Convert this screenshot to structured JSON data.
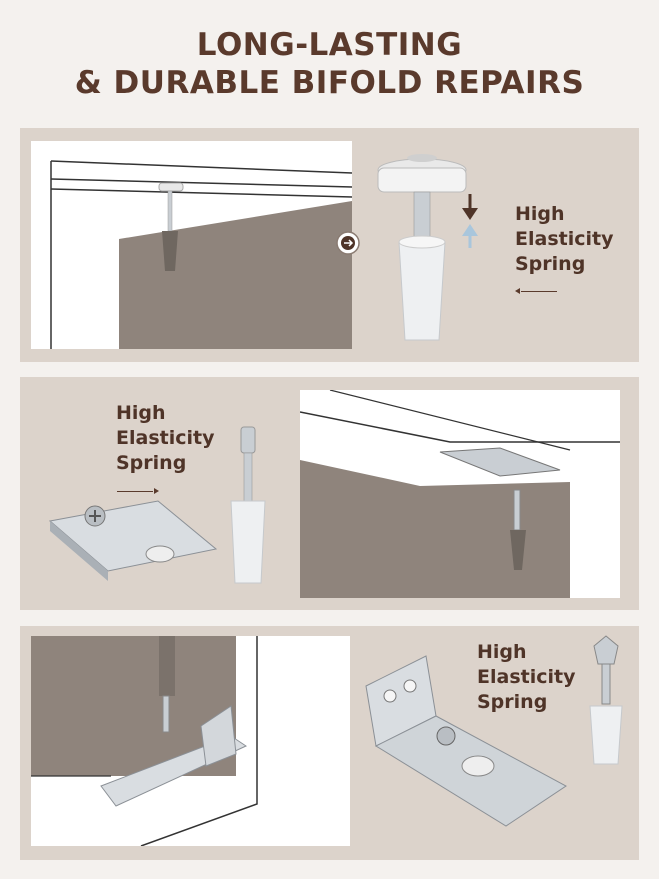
{
  "headline": {
    "line1": "LONG-LASTING",
    "line2": "& DURABLE BIFOLD REPAIRS"
  },
  "panels": [
    {
      "label_line1": "High",
      "label_line2": "Elasticity",
      "label_line3": "Spring"
    },
    {
      "label_line1": "High",
      "label_line2": "Elasticity",
      "label_line3": "Spring"
    },
    {
      "label_line1": "High",
      "label_line2": "Elasticity",
      "label_line3": "Spring"
    }
  ],
  "colors": {
    "page_background": "#f4f1ee",
    "panel_background": "#dcd3cb",
    "headline_text": "#5a3a2c",
    "door_panel": "#8f847c",
    "metal": "#c9ced3"
  },
  "icons": [
    "arrow-right-circle-icon",
    "spring-compress-arrows-icon"
  ]
}
